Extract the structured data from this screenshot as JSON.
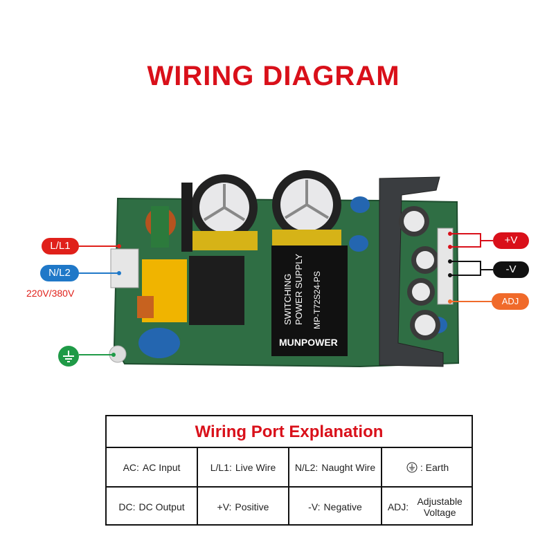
{
  "title": "WIRING DIAGRAM",
  "labels": {
    "l1": "L/L1",
    "n2": "N/L2",
    "input_voltage": "220V/380V",
    "plus_v": "+V",
    "minus_v": "-V",
    "adj": "ADJ"
  },
  "board_print": {
    "line1": "SWITCHING",
    "line2": "POWER SUPPLY",
    "model": "MP-T72S24-PS",
    "brand": "MUNPOWER"
  },
  "colors": {
    "title_red": "#d9101a",
    "l1_red": "#e0201a",
    "n2_blue": "#1f78c8",
    "plus_red": "#d9101a",
    "minus_black": "#111111",
    "adj_orange": "#f06a2a",
    "earth_green": "#1f9a47"
  },
  "icons": {
    "earth": "earth-ground-icon"
  },
  "table": {
    "title": "Wiring Port Explanation",
    "rows": [
      [
        {
          "key": "AC:",
          "value": "AC Input"
        },
        {
          "key": "L/L1:",
          "value": "Live Wire"
        },
        {
          "key": "N/L2:",
          "value": "Naught Wire"
        },
        {
          "key": "",
          "value": ": Earth",
          "icon": "earth-ground-icon"
        }
      ],
      [
        {
          "key": "DC:",
          "value": "DC Output"
        },
        {
          "key": "+V:",
          "value": "Positive"
        },
        {
          "key": "-V:",
          "value": "Negative"
        },
        {
          "key": "ADJ:",
          "value": "Adjustable Voltage"
        }
      ]
    ]
  }
}
